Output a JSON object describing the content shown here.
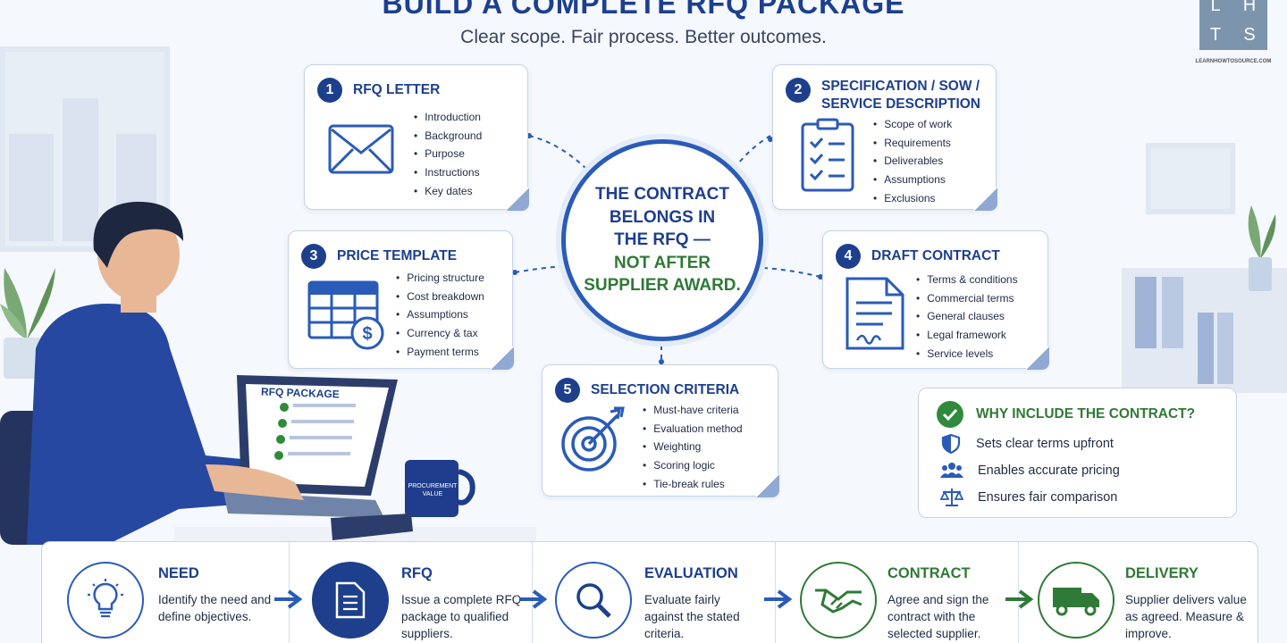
{
  "header": {
    "title": "BUILD A COMPLETE RFQ PACKAGE",
    "subtitle": "Clear scope. Fair process. Better outcomes."
  },
  "logo": {
    "letters": [
      "L",
      "H",
      "T",
      "S"
    ],
    "site": "LEARNHOWTOSOURCE.COM"
  },
  "cards": [
    {
      "number": "1",
      "title": "RFQ LETTER",
      "icon": "envelope-icon",
      "items": [
        "Introduction",
        "Background",
        "Purpose",
        "Instructions",
        "Key dates"
      ]
    },
    {
      "number": "2",
      "title": "SPECIFICATION / SOW / SERVICE DESCRIPTION",
      "icon": "checklist-icon",
      "items": [
        "Scope of work",
        "Requirements",
        "Deliverables",
        "Assumptions",
        "Exclusions"
      ]
    },
    {
      "number": "3",
      "title": "PRICE TEMPLATE",
      "icon": "price-table-icon",
      "items": [
        "Pricing structure",
        "Cost breakdown",
        "Assumptions",
        "Currency & tax",
        "Payment terms"
      ]
    },
    {
      "number": "4",
      "title": "DRAFT CONTRACT",
      "icon": "contract-document-icon",
      "items": [
        "Terms & conditions",
        "Commercial terms",
        "General clauses",
        "Legal framework",
        "Service levels"
      ]
    },
    {
      "number": "5",
      "title": "SELECTION CRITERIA",
      "icon": "target-icon",
      "items": [
        "Must-have criteria",
        "Evaluation method",
        "Weighting",
        "Scoring logic",
        "Tie-break rules"
      ]
    }
  ],
  "center": {
    "line1": "THE CONTRACT",
    "line2": "BELONGS IN",
    "line3": "THE RFQ —",
    "line4": "NOT AFTER",
    "line5": "SUPPLIER AWARD."
  },
  "illustration": {
    "laptop_label": "RFQ PACKAGE",
    "mug_label": "PROCUREMENT VALUE"
  },
  "why": {
    "title": "WHY INCLUDE THE CONTRACT?",
    "reasons": [
      {
        "icon": "shield-icon",
        "text": "Sets clear terms upfront"
      },
      {
        "icon": "people-icon",
        "text": "Enables accurate pricing"
      },
      {
        "icon": "scales-icon",
        "text": "Ensures fair comparison"
      }
    ]
  },
  "process": [
    {
      "title": "NEED",
      "icon": "lightbulb-icon",
      "color": "#1d3f8c",
      "text": "Identify the need and define objectives."
    },
    {
      "title": "RFQ",
      "icon": "document-icon",
      "color": "#1d3f8c",
      "text": "Issue a complete RFQ package to qualified suppliers."
    },
    {
      "title": "EVALUATION",
      "icon": "magnifier-icon",
      "color": "#1d3f8c",
      "text": "Evaluate fairly against the stated criteria."
    },
    {
      "title": "CONTRACT",
      "icon": "handshake-icon",
      "color": "#2f7a36",
      "text": "Agree and sign the contract with the selected supplier."
    },
    {
      "title": "DELIVERY",
      "icon": "truck-icon",
      "color": "#2f7a36",
      "text": "Supplier delivers value as agreed. Measure & improve."
    }
  ],
  "colors": {
    "primary": "#1d3f8c",
    "accent_green": "#2f7a36",
    "border": "#c6d3e6"
  }
}
